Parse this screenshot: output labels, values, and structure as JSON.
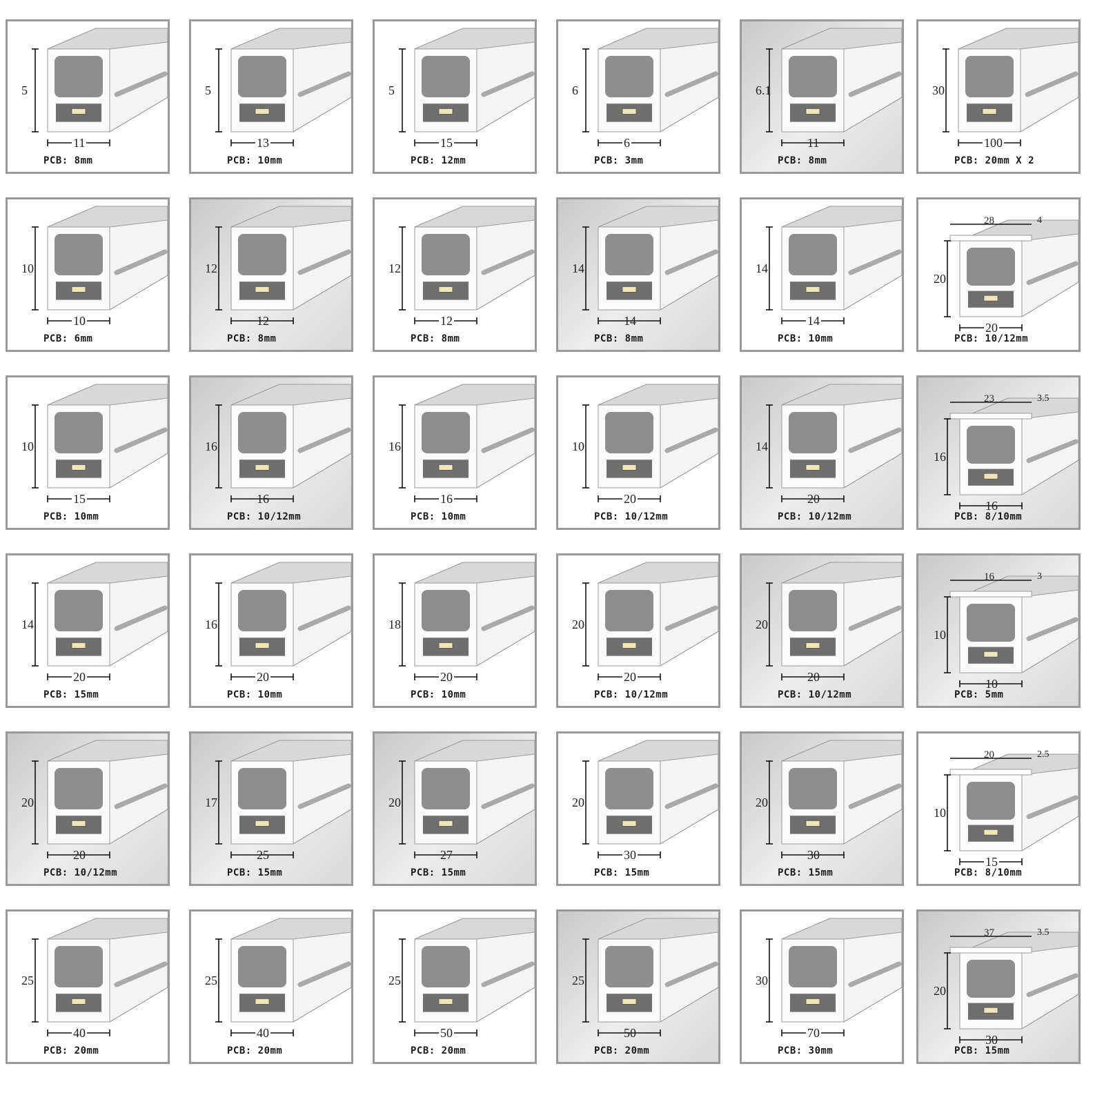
{
  "cells": [
    {
      "w": "11",
      "h": "5",
      "pcb": "PCB: 8mm"
    },
    {
      "w": "13",
      "h": "5",
      "pcb": "PCB: 10mm"
    },
    {
      "w": "15",
      "h": "5",
      "pcb": "PCB: 12mm"
    },
    {
      "w": "6",
      "h": "6",
      "pcb": "PCB: 3mm"
    },
    {
      "w": "11",
      "h": "6.1",
      "pcb": "PCB: 8mm"
    },
    {
      "w": "100",
      "h": "30",
      "pcb": "PCB: 20mm X 2"
    },
    {
      "w": "10",
      "h": "10",
      "pcb": "PCB: 6mm"
    },
    {
      "w": "12",
      "h": "12",
      "pcb": "PCB: 8mm"
    },
    {
      "w": "12",
      "h": "12",
      "pcb": "PCB: 8mm"
    },
    {
      "w": "14",
      "h": "14",
      "pcb": "PCB: 8mm"
    },
    {
      "w": "14",
      "h": "14",
      "pcb": "PCB: 10mm"
    },
    {
      "w": "20",
      "h": "20",
      "top": "28",
      "lip": "4",
      "pcb": "PCB: 10/12mm"
    },
    {
      "w": "15",
      "h": "10",
      "pcb": "PCB: 10mm"
    },
    {
      "w": "16",
      "h": "16",
      "pcb": "PCB: 10/12mm"
    },
    {
      "w": "16",
      "h": "16",
      "pcb": "PCB: 10mm"
    },
    {
      "w": "20",
      "h": "10",
      "pcb": "PCB: 10/12mm"
    },
    {
      "w": "20",
      "h": "14",
      "pcb": "PCB: 10/12mm"
    },
    {
      "w": "16",
      "h": "16",
      "top": "23",
      "lip": "3.5",
      "pcb": "PCB: 8/10mm"
    },
    {
      "w": "20",
      "h": "14",
      "pcb": "PCB: 15mm"
    },
    {
      "w": "20",
      "h": "16",
      "pcb": "PCB: 10mm"
    },
    {
      "w": "20",
      "h": "18",
      "pcb": "PCB: 10mm"
    },
    {
      "w": "20",
      "h": "20",
      "pcb": "PCB: 10/12mm"
    },
    {
      "w": "20",
      "h": "20",
      "pcb": "PCB: 10/12mm"
    },
    {
      "w": "10",
      "h": "10",
      "top": "16",
      "lip": "3",
      "pcb": "PCB: 5mm"
    },
    {
      "w": "20",
      "h": "20",
      "pcb": "PCB: 10/12mm"
    },
    {
      "w": "25",
      "h": "17",
      "pcb": "PCB: 15mm"
    },
    {
      "w": "27",
      "h": "20",
      "pcb": "PCB: 15mm"
    },
    {
      "w": "30",
      "h": "20",
      "pcb": "PCB: 15mm"
    },
    {
      "w": "30",
      "h": "20",
      "pcb": "PCB: 15mm"
    },
    {
      "w": "15",
      "h": "10",
      "top": "20",
      "lip": "2.5",
      "pcb": "PCB: 8/10mm"
    },
    {
      "w": "40",
      "h": "25",
      "pcb": "PCB: 20mm"
    },
    {
      "w": "40",
      "h": "25",
      "pcb": "PCB: 20mm"
    },
    {
      "w": "50",
      "h": "25",
      "pcb": "PCB: 20mm"
    },
    {
      "w": "50",
      "h": "25",
      "pcb": "PCB: 20mm"
    },
    {
      "w": "70",
      "h": "30",
      "pcb": "PCB: 30mm"
    },
    {
      "w": "30",
      "h": "20",
      "top": "37",
      "lip": "3.5",
      "pcb": "PCB: 15mm"
    }
  ],
  "gray_cells": [
    4,
    7,
    9,
    13,
    16,
    17,
    22,
    23,
    24,
    25,
    26,
    28,
    33,
    35
  ]
}
